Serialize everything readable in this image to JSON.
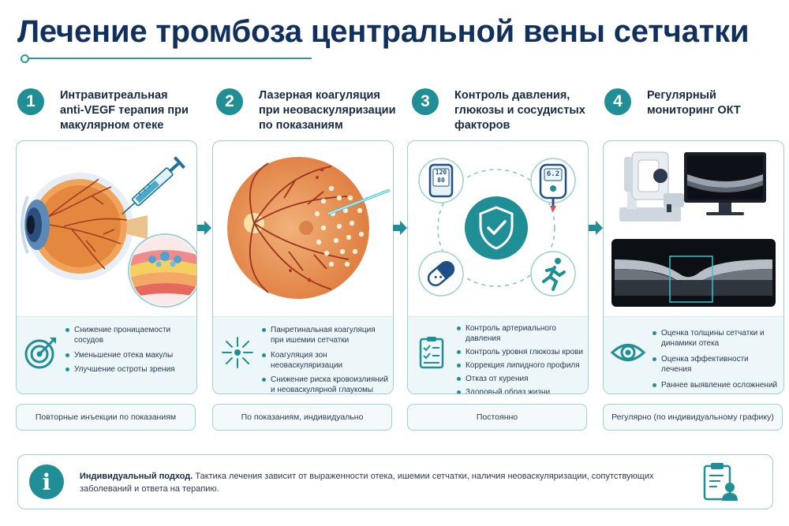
{
  "page": {
    "title": "Лечение тромбоза центральной вены сетчатки"
  },
  "steps": [
    {
      "number": "1",
      "title": "Интравитреальная anti-VEGF терапия при макулярном отеке",
      "bullets": [
        "Снижение проницаемости сосудов",
        "Уменьшение отека макулы",
        "Улучшение остроты зрения"
      ],
      "illustration_icon": "eye-injection-illustration",
      "bottom_icon": "target-icon",
      "frequency": "Повторные инъекции по показаниям"
    },
    {
      "number": "2",
      "title": "Лазерная коагуляция при неоваскуляризации по показаниям",
      "bullets": [
        "Панретинальная коагуляция при ишемии сетчатки",
        "Коагуляция зон неоваскуляризации",
        "Снижение риска кровоизлияний и неоваскулярной глаукомы"
      ],
      "illustration_icon": "retina-laser-illustration",
      "bottom_icon": "laser-burst-icon",
      "frequency": "По показаниям, индивидуально"
    },
    {
      "number": "3",
      "title": "Контроль давления, глюкозы и сосудистых факторов",
      "bullets": [
        "Контроль артериального давления",
        "Контроль уровня глюкозы крови",
        "Коррекция липидного профиля",
        "Отказ от курения",
        "Здоровый образ жизни"
      ],
      "illustration_icon": "risk-factors-illustration",
      "bottom_icon": "checklist-icon",
      "frequency": "Постоянно",
      "monitor_readings": {
        "bp_top": "120",
        "bp_bottom": "80",
        "glucose": "6.2"
      }
    },
    {
      "number": "4",
      "title": "Регулярный мониторинг ОКТ",
      "bullets": [
        "Оценка толщины сетчатки и динамики отека",
        "Оценка эффективности лечения",
        "Раннее выявление осложнений"
      ],
      "illustration_icon": "oct-scanner-illustration",
      "bottom_icon": "eye-icon",
      "frequency": "Регулярно (по индивидуальному графику)"
    }
  ],
  "info": {
    "icon": "info-icon",
    "bold": "Индивидуальный подход.",
    "text": "Тактика лечения зависит от выраженности отека, ишемии сетчатки, наличия неоваскуляризации, сопутствующих заболеваний и ответа на терапию.",
    "right_icon": "clipboard-doctor-icon"
  },
  "colors": {
    "accent": "#1f8f95",
    "title": "#12305c",
    "border": "#9cd0d3",
    "panel": "#edf6f8"
  }
}
